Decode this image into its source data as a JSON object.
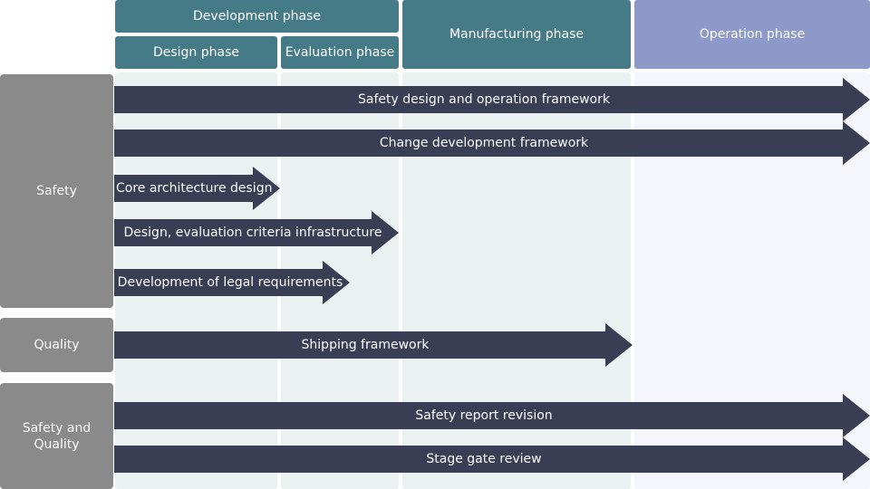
{
  "colors": {
    "header_teal": "#457a87",
    "header_violet": "#8d9ac9",
    "column_light": "#ebf0f0",
    "column_pale": "#f4f6fc",
    "row_label": "#8a8a8a",
    "arrow": "#393e54",
    "text_light": "#ffffff"
  },
  "headers": {
    "development": "Development phase",
    "design": "Design phase",
    "evaluation": "Evaluation phase",
    "manufacturing": "Manufacturing phase",
    "operation": "Operation phase"
  },
  "rows": {
    "safety": "Safety",
    "quality": "Quality",
    "safety_quality": "Safety and\nQuality"
  },
  "arrows": [
    {
      "label": "Safety design and operation framework",
      "ends_in": "Operation phase"
    },
    {
      "label": "Change development framework",
      "ends_in": "Operation phase"
    },
    {
      "label": "Core architecture design",
      "ends_in": "Design phase"
    },
    {
      "label": "Design, evaluation criteria infrastructure",
      "ends_in": "Evaluation phase"
    },
    {
      "label": "Development of legal requirements",
      "ends_in": "Evaluation phase"
    },
    {
      "label": "Shipping framework",
      "ends_in": "Manufacturing phase"
    },
    {
      "label": "Safety report revision",
      "ends_in": "Operation phase"
    },
    {
      "label": "Stage gate review",
      "ends_in": "Operation phase"
    }
  ]
}
